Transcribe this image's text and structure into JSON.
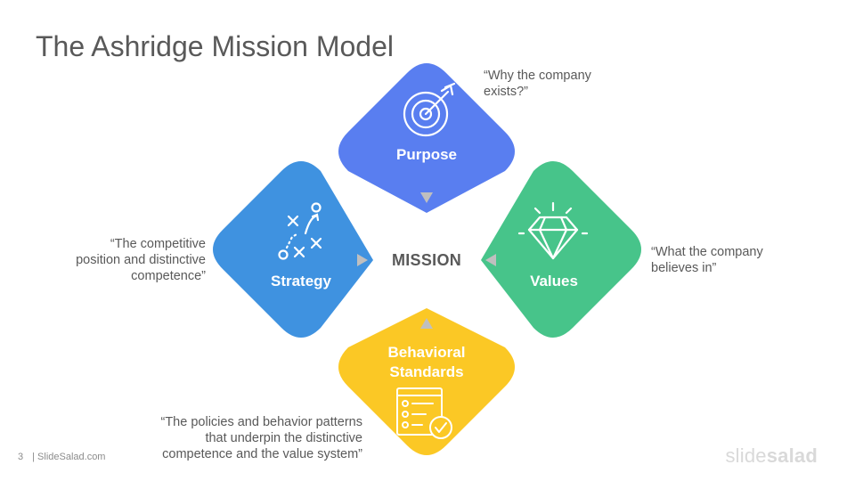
{
  "slide": {
    "title": "The Ashridge Mission Model",
    "page_number": "3",
    "footer_text": "| SlideSalad.com",
    "brand_part1": "slide",
    "brand_part2": "salad"
  },
  "center": {
    "label": "MISSION"
  },
  "quadrants": {
    "purpose": {
      "label": "Purpose",
      "color": "#597ef0",
      "icon": "target-icon"
    },
    "values": {
      "label": "Values",
      "color": "#47c48a",
      "icon": "diamond-gem-icon"
    },
    "strategy": {
      "label": "Strategy",
      "color": "#3f92e0",
      "icon": "strategy-play-icon"
    },
    "behavioral": {
      "label_line1": "Behavioral",
      "label_line2": "Standards",
      "color": "#fbc825",
      "icon": "checklist-icon"
    }
  },
  "quotes": {
    "purpose": {
      "line1": "“Why the company",
      "line2": "exists?”"
    },
    "values": {
      "line1": "“What the company",
      "line2": "believes in”"
    },
    "strategy": {
      "line1": "“The competitive",
      "line2": "position and distinctive",
      "line3": "competence”"
    },
    "behavioral": {
      "line1": "“The policies and behavior patterns",
      "line2": "that underpin the distinctive",
      "line3": "competence and the value system”"
    }
  },
  "arrow_color": "#bfbfbf"
}
